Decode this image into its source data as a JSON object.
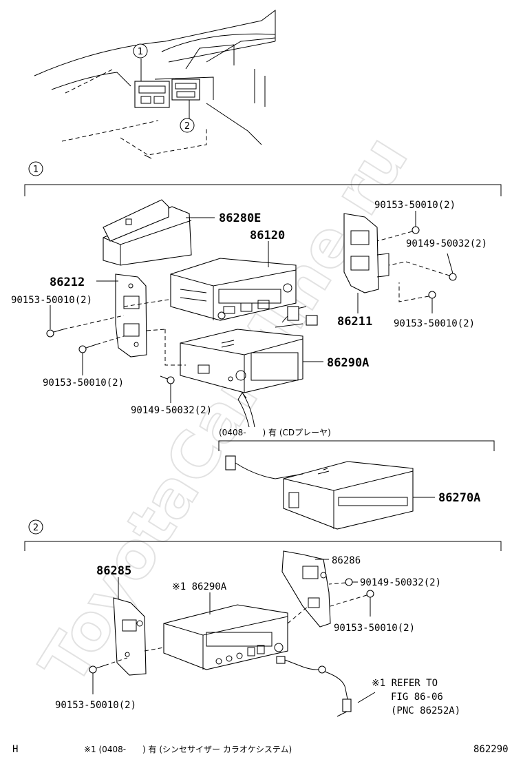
{
  "watermark": "ToyotaCarMine.ru",
  "overview": {
    "callout_1": "1",
    "callout_2": "2"
  },
  "section_1": {
    "marker": "1",
    "parts": {
      "p86280E": "86280E",
      "p86120": "86120",
      "p86212": "86212",
      "p86211": "86211",
      "p86290A": "86290A",
      "bolt_a": "90153-50010(2)",
      "bolt_b": "90149-50032(2)",
      "bolt_c": "90153-50010(2)",
      "bolt_d": "90153-50010(2)",
      "bolt_e": "90153-50010(2)",
      "bolt_f": "90149-50032(2)"
    },
    "option_note": "(0408-　　) 有 (CDプレーヤ)",
    "p86270A": "86270A"
  },
  "section_2": {
    "marker": "2",
    "parts": {
      "p86285": "86285",
      "p86290A": "※1 86290A",
      "p86286": "86286",
      "bolt_g": "90149-50032(2)",
      "bolt_h": "90153-50010(2)",
      "bolt_i": "90153-50010(2)"
    },
    "refer_lines": [
      "※1 REFER TO",
      "FIG 86-06",
      "(PNC 86252A)"
    ]
  },
  "footer": {
    "left": "H",
    "note": "※1 (0408-　　) 有 (シンセサイザー カラオケシステム)",
    "right": "862290"
  }
}
